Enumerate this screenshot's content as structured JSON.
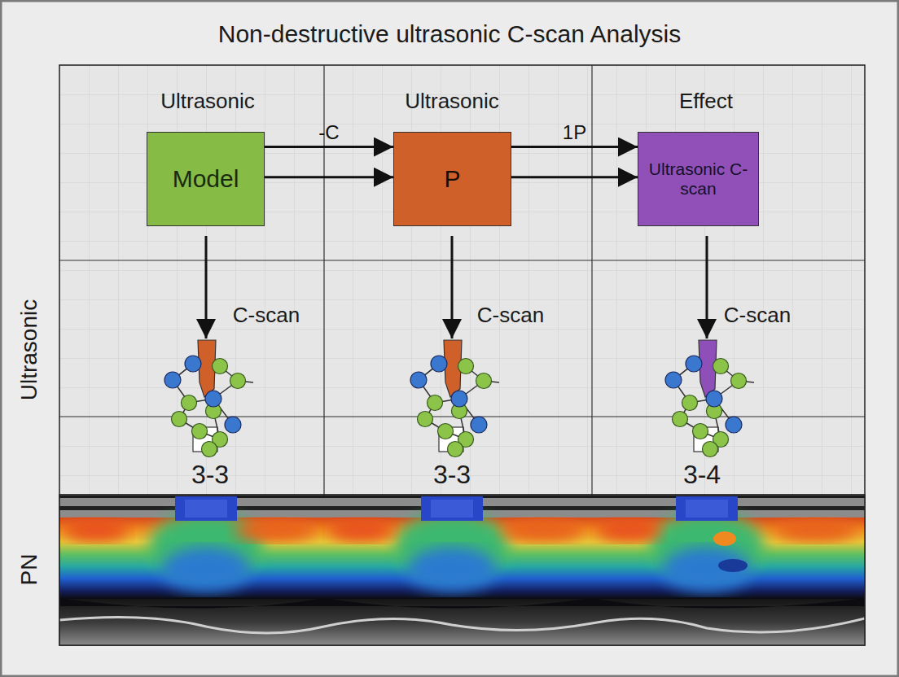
{
  "diagram": {
    "title": "Non-destructive ultrasonic C-scan Analysis",
    "nodes": [
      {
        "text": [
          "Model"
        ]
      },
      {
        "text": [
          "P"
        ]
      },
      {
        "text": [
          "Ultrasonic C-scan"
        ]
      }
    ],
    "edges": [
      {
        "from": 0,
        "to": 1,
        "label": "-C",
        "arrow": "to"
      },
      {
        "from": 0,
        "to": 1,
        "arrow": "to"
      },
      {
        "from": 1,
        "to": 2,
        "label": "1P",
        "arrow": "to"
      },
      {
        "from": 1,
        "to": 2,
        "arrow": "to"
      }
    ],
    "labels": [
      "Ultrasonic",
      "Ultrasonic",
      "Effect",
      "C-scan",
      "C-scan",
      "C-scan",
      "3-3",
      "3-3",
      "3-4",
      "Ultrasonic",
      "PN"
    ]
  }
}
